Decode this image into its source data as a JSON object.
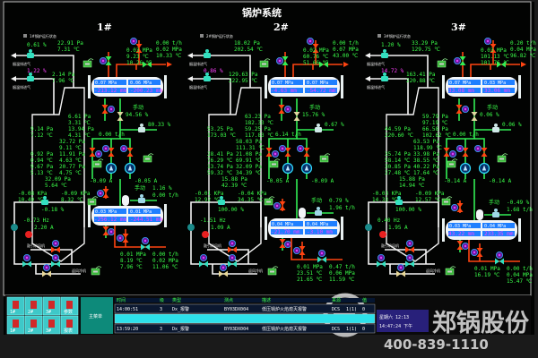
{
  "title": "锅炉系统",
  "colors": {
    "background": "#000000",
    "value": "#3bff4a",
    "pipe_water": "#33ee55",
    "pipe_steam": "#ff4411",
    "valve": "#33e0c0",
    "drum_band": "#1f7fff",
    "alarm_highlight": "#2de0ea"
  },
  "boilers": [
    {
      "name": "1#",
      "legend": "1#锅炉运行状态",
      "inlet1_label": "烟温排进气",
      "inlet2_label": "烟温排进气",
      "damper1": "0.61 %",
      "flue1": [
        "22.91 Pa",
        "7.31 ℃"
      ],
      "damper2": "1.22 %",
      "flue2": [
        "2.14 Pa",
        "7.96 ℃"
      ],
      "steam_out": [
        "0.03 MPa",
        "9.23 ℃",
        "10.26 ℃"
      ],
      "steam_main": [
        "0.00 t/h",
        "0.02 MPa",
        "10.33 ℃"
      ],
      "upper_drum": [
        "0.07 MPa",
        "0.06 MPa",
        "-213.12 mm",
        "-200.23 mm"
      ],
      "mode": "手动",
      "feed_valve": "94.56 %",
      "bypass": "80.33 %",
      "feed_flow": "0.00 t/h",
      "furnace": [
        [
          "6.61 Pa",
          "3.31 ℃"
        ],
        [
          "13.94 Pa",
          "4.31 ℃"
        ],
        [
          "32.72 Pa",
          "9.11 ℃"
        ],
        [
          "0.92 Pa",
          "0.94 ℃"
        ],
        [
          "11.91 Pa",
          "4.63 ℃"
        ],
        [
          "9.67 Pa",
          "5.13 ℃"
        ],
        [
          "20.77 Pa",
          "4.75 ℃"
        ],
        [
          "32.09 Pa",
          "5.64 ℃"
        ]
      ],
      "furnace_left": [
        "9.14 Pa",
        "7.12 ℃"
      ],
      "pumps": [
        "-0.09 A",
        "-0.05 A"
      ],
      "fan_in": [
        "-0.08 KPa",
        "10.49 ℃"
      ],
      "fan_out": [
        "-0.09 KPa",
        "8.32 ℃"
      ],
      "fan_damper": "-0.18 %",
      "fan_drive": [
        "-0.73 Hz",
        "2.20 A"
      ],
      "lower_valve": "1.16 %",
      "lower_flow": "0.00 t/h",
      "lower_mode": "手动",
      "lower_drum": [
        "0.03 MPa",
        "0.01 MPa",
        "-256.12 mm",
        "-244.51 mm"
      ],
      "fan_label": "鼓引机风机",
      "cool_label": "返风冷机",
      "bottom_left": [
        "0.01 MPa",
        "8.19 ℃",
        "7.96 ℃"
      ],
      "bottom_right": [
        "0.00 t/h",
        "0.02 MPa",
        "11.06 ℃"
      ]
    },
    {
      "name": "2#",
      "legend": "2#锅炉运行状态",
      "inlet1_label": "烟温排进气",
      "inlet2_label": "烟温排进气",
      "damper1": "",
      "flue1": [
        "18.02 Pa",
        "202.54 ℃"
      ],
      "damper2": "0.86 %",
      "flue2": [
        "129.63 Pa",
        "222.95 ℃"
      ],
      "steam_out": [
        "0.02 MPa",
        "60.76 ℃",
        "51.66 ℃"
      ],
      "steam_main": [
        "0.00 t/h",
        "0.07 MPa",
        "43.00 ℃"
      ],
      "upper_drum": [
        "0.07 MPa",
        "0.07 MPa",
        "-4.63 mm",
        "-54.72 mm"
      ],
      "mode": "手动",
      "feed_valve": "15.76 %",
      "bypass": "0.67 %",
      "feed_flow": "6.14 t/h",
      "furnace": [
        [
          "63.23 Pa",
          "182.33 ℃"
        ],
        [
          "59.25 Pa",
          "117.83 ℃"
        ],
        [
          "58.03 Pa",
          "111.31 ℃"
        ],
        [
          "28.41 Pa",
          "76.29 ℃"
        ],
        [
          "21.08 Pa",
          "69.91 ℃"
        ],
        [
          "13.74 Pa",
          "59.32 ℃"
        ],
        [
          "32.09 Pa",
          "34.39 ℃"
        ],
        [
          "15.88 Pa",
          "42.39 ℃"
        ]
      ],
      "furnace_left": [
        "53.25 Pa",
        "173.03 ℃"
      ],
      "pumps": [
        "-0.05 A",
        "-0.09 A"
      ],
      "fan_in": [
        "-0.01 KPa",
        "12.92 ℃"
      ],
      "fan_out": [
        "-0.04 KPa",
        "34.35 ℃"
      ],
      "fan_damper": "100.00 %",
      "fan_drive": [
        "-1.51 Hz",
        "1.09 A"
      ],
      "lower_valve": "0.79 %",
      "lower_flow": "1.96 t/h",
      "lower_mode": "手动",
      "lower_drum": [
        "0.04 MPa",
        "0.04 MPa",
        "-21.70 mm",
        "-3.10 mm"
      ],
      "fan_label": "鼓引机风机",
      "cool_label": "返风冷机",
      "bottom_left": [
        "0.01 MPa",
        "23.51 ℃",
        "21.65 ℃"
      ],
      "bottom_right": [
        "0.47 t/h",
        "0.06 MPa",
        "11.59 ℃"
      ]
    },
    {
      "name": "3#",
      "legend": "3#锅炉运行状态",
      "inlet1_label": "烟温排进气",
      "inlet2_label": "烟温排进气",
      "damper1": "1.20 %",
      "flue1": [
        "33.29 Pa",
        "129.75 ℃"
      ],
      "damper2": "14.72 %",
      "flue2": [
        "163.41 Pa",
        "220.88 ℃"
      ],
      "steam_out": [
        "0.03 MPa",
        "101.13 ℃",
        "101.76 ℃"
      ],
      "steam_main": [
        "0.20 t/h",
        "0.04 MPa",
        "96.82 ℃"
      ],
      "upper_drum": [
        "0.07 MPa",
        "0.03 MPa",
        "33.08 mm",
        "33.06 mm"
      ],
      "mode": "手动",
      "feed_valve": "0.06 %",
      "bypass": "0.06 %",
      "feed_flow": "0.00 t/h",
      "furnace": [
        [
          "59.79 Pa",
          "97.19 ℃"
        ],
        [
          "66.58 Pa",
          "102.62 ℃"
        ],
        [
          "63.53 Pa",
          "118.99 ℃"
        ],
        [
          "35.74 Pa",
          "58.14 ℃"
        ],
        [
          "33.98 Pa",
          "38.55 ℃"
        ],
        [
          "30.85 Pa",
          "27.48 ℃"
        ],
        [
          "40.22 Pa",
          "17.64 ℃"
        ],
        [
          "15.88 Pa",
          "14.94 ℃"
        ]
      ],
      "furnace_left": [
        "44.59 Pa",
        "220.60 ℃"
      ],
      "pumps": [
        "-0.14 A",
        "-0.14 A"
      ],
      "fan_in": [
        "-0.03 KPa",
        "14.33 ℃"
      ],
      "fan_out": [
        "-0.09 KPa",
        "12.57 ℃"
      ],
      "fan_damper": "100.00 %",
      "fan_drive": [
        "0.40 Hz",
        "1.95 A"
      ],
      "lower_valve": "-0.49 %",
      "lower_flow": "1.68 t/h",
      "lower_mode": "手动",
      "lower_drum": [
        "0.03 MPa",
        "0.04 MPa",
        "43.22 mm",
        "233.35 mm"
      ],
      "fan_label": "鼓引机风机",
      "cool_label": "返风冷机",
      "bottom_left": [
        "0.01 MPa",
        "16.19 ℃",
        ""
      ],
      "bottom_right": [
        "0.00 t/h",
        "0.04 MPa",
        "15.47 ℃"
      ]
    }
  ],
  "footer": {
    "main_menu": "主菜单",
    "nav_buttons": [
      "1#",
      "2#",
      "3#",
      "参数",
      "1#",
      "2#",
      "3#",
      "报表"
    ],
    "alarm_header": [
      "时间",
      "级",
      "类型",
      "测点",
      "描述",
      "来源",
      "",
      "值"
    ],
    "alarms": [
      [
        "14:00:51",
        "3",
        "Dx_报警",
        "BY03DX004",
        "低压锅炉火焰熄灭报警",
        "DCS",
        "1(1)",
        "0"
      ],
      [
        "",
        "",
        "",
        "",
        "",
        "",
        "",
        ""
      ],
      [
        "13:59:20",
        "3",
        "Dx_报警",
        "BY03DX004",
        "低压锅炉火焰熄灭报警",
        "DCS",
        "1(1)",
        "0"
      ]
    ],
    "clock": [
      "星期六 12:13",
      "14:47:24 下午"
    ]
  },
  "watermark": {
    "brand": "郑锅股份",
    "phone": "400-839-1110"
  }
}
